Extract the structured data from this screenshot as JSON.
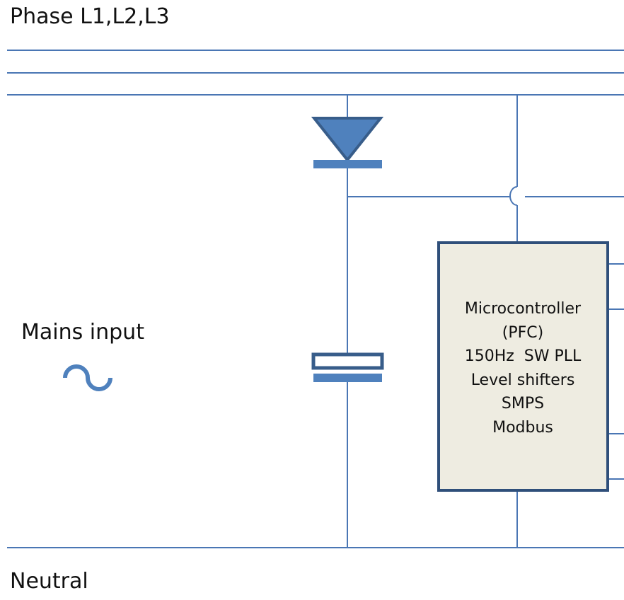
{
  "labels": {
    "phase": "Phase L1,L2,L3",
    "mains": "Mains input",
    "neutral": "Neutral"
  },
  "microcontroller": {
    "lines": [
      "Microcontroller",
      "(PFC)",
      "150Hz  SW PLL",
      "Level shifters",
      "SMPS",
      "Modbus"
    ]
  },
  "components": {
    "diode_icon": "diode-symbol",
    "capacitor_icon": "capacitor-symbol",
    "ac_source_icon": "sine-wave-symbol"
  },
  "colors": {
    "wire": "#4a76b4",
    "component_fill": "#4f81bd",
    "component_stroke": "#385d8a",
    "mcu_fill": "#eeece1",
    "mcu_stroke": "#2f4f7a"
  }
}
